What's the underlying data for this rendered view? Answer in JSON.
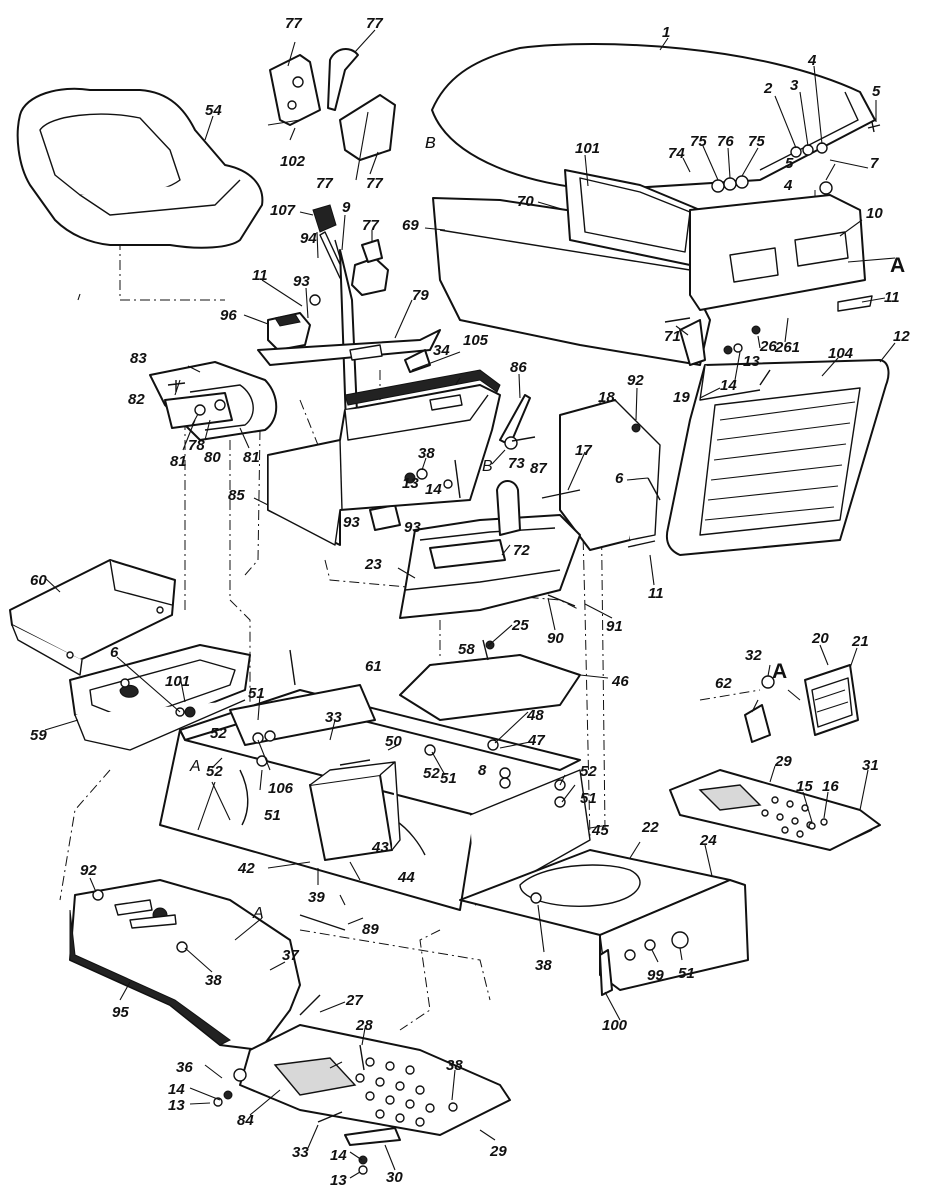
{
  "diagram": {
    "parts": [
      {
        "id": "seat",
        "label": "54"
      },
      {
        "id": "hood",
        "label": "1"
      },
      {
        "id": "dash-panel",
        "label": "69"
      },
      {
        "id": "dash-frame",
        "label": "70"
      },
      {
        "id": "dash-housing",
        "label": "10"
      },
      {
        "id": "grille",
        "label": "12"
      },
      {
        "id": "side-panel",
        "label": "18"
      },
      {
        "id": "console",
        "label": "85"
      },
      {
        "id": "seat-bracket",
        "label": "83"
      },
      {
        "id": "fuel-tank",
        "label": "23"
      },
      {
        "id": "battery-tray",
        "label": "60"
      },
      {
        "id": "battery-box",
        "label": "59"
      },
      {
        "id": "frame",
        "label": "22"
      },
      {
        "id": "rear-plate",
        "label": "24"
      },
      {
        "id": "fender",
        "label": "37"
      },
      {
        "id": "footrest-left",
        "label": "29"
      },
      {
        "id": "footrest-right",
        "label": "29"
      },
      {
        "id": "headlight",
        "label": "21"
      },
      {
        "id": "battery",
        "label": "43"
      },
      {
        "id": "tank-cover",
        "label": "46"
      }
    ],
    "labels": [
      "77",
      "77",
      "77",
      "77",
      "54",
      "102",
      "107",
      "9",
      "77",
      "94",
      "11",
      "93",
      "96",
      "79",
      "83",
      "82",
      "78",
      "80",
      "81",
      "81",
      "34",
      "105",
      "86",
      "85",
      "38",
      "B",
      "73",
      "87",
      "13",
      "14",
      "93",
      "93",
      "23",
      "72",
      "92",
      "18",
      "17",
      "6",
      "11",
      "1",
      "2",
      "3",
      "4",
      "5",
      "B",
      "101",
      "74",
      "75",
      "76",
      "75",
      "5",
      "7",
      "4",
      "70",
      "69",
      "10",
      "A",
      "11",
      "71",
      "26",
      "261",
      "13",
      "104",
      "12",
      "19",
      "14",
      "90",
      "91",
      "58",
      "25",
      "46",
      "61",
      "48",
      "47",
      "60",
      "6",
      "101",
      "51",
      "33",
      "52",
      "50",
      "52",
      "51",
      "8",
      "52",
      "A",
      "52",
      "106",
      "51",
      "45",
      "22",
      "24",
      "51",
      "42",
      "43",
      "39",
      "44",
      "89",
      "38",
      "99",
      "100",
      "92",
      "A",
      "37",
      "38",
      "95",
      "27",
      "28",
      "38",
      "36",
      "14",
      "13",
      "84",
      "33",
      "29",
      "14",
      "13",
      "30",
      "62",
      "32",
      "20",
      "21",
      "A",
      "29",
      "31",
      "15",
      "16"
    ]
  }
}
